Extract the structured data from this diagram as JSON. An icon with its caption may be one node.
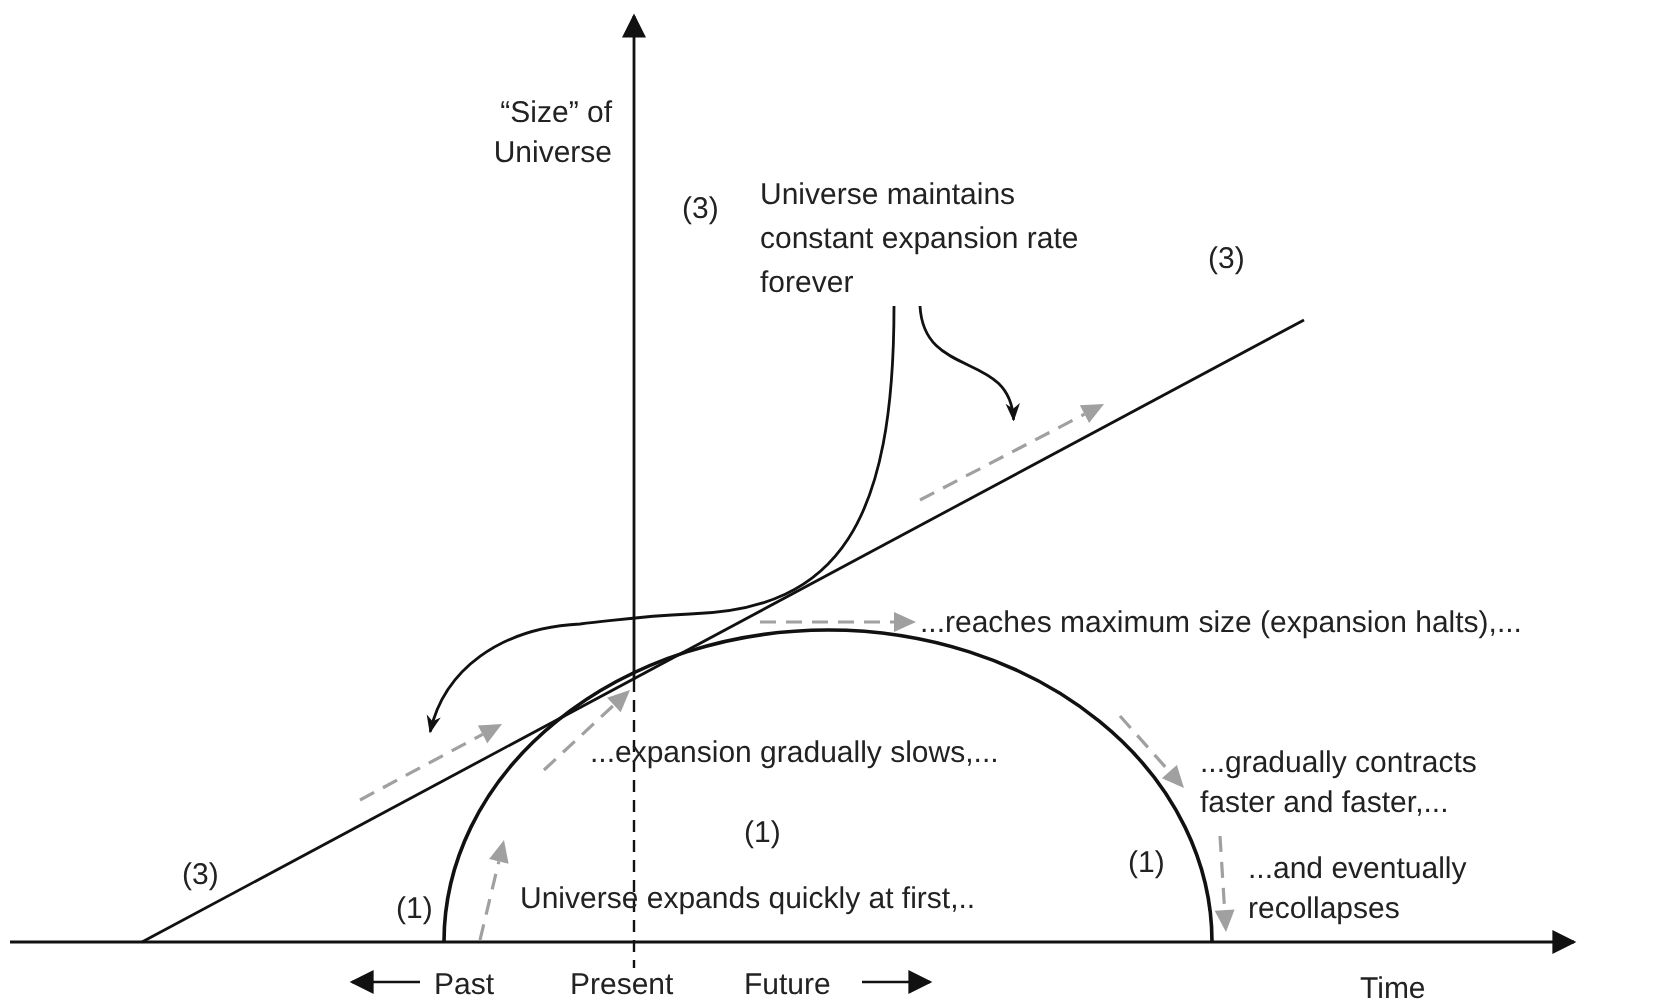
{
  "diagram": {
    "nodes": [
      {
        "text": [
          "Universe maintains constant expansion rate forever"
        ]
      },
      {
        "text": [],
        "shape": "line"
      }
    ],
    "edges": [
      {
        "from": 0,
        "to": 1,
        "arrow": "to"
      },
      {
        "from": 0,
        "to": 1,
        "arrow": "to"
      }
    ],
    "labels": [
      "“Size” of Universe",
      "(3)",
      "(3)",
      "...reaches maximum size (expansion halts),...",
      "...gradually contracts faster and faster,...",
      "...expansion gradually slows,...",
      "(1)",
      "(3)",
      "(1)",
      "Universe expands quickly at first,..",
      "(1)",
      "...and eventually recollapses",
      "Past",
      "Present",
      "Future",
      "Time"
    ]
  }
}
